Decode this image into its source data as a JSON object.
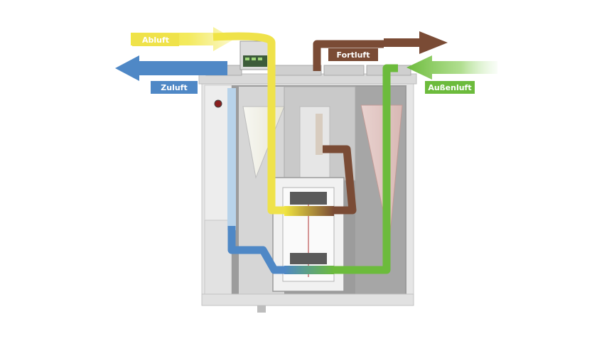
{
  "labels": {
    "abluft": "Abluft",
    "zuluft": "Zuluft",
    "fortluft": "Fortluft",
    "aussenluft": "Außenluft"
  },
  "colors": {
    "abluft": "#efe24a",
    "zuluft": "#4f88c6",
    "fortluft": "#7a4b35",
    "aussenluft": "#6cbb3c",
    "housing": "#eaeaea",
    "interior": "#8f8f8f"
  },
  "icons": {
    "control_box": "control-box-icon",
    "indicator": "status-indicator-icon"
  }
}
